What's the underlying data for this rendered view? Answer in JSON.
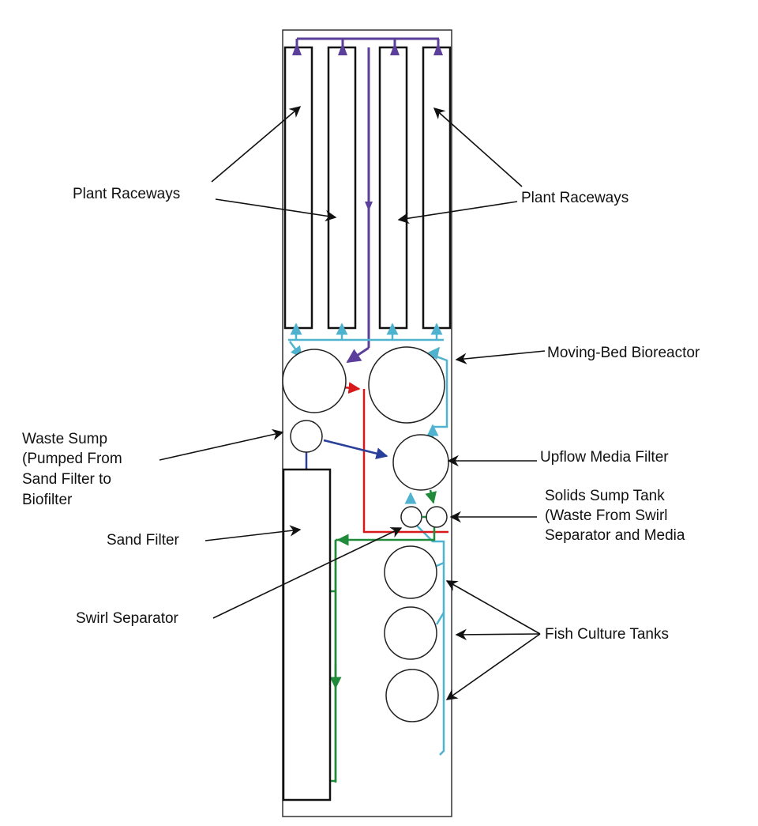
{
  "colors": {
    "purple": "#5b3f9a",
    "cyan": "#4fb3cf",
    "red": "#d7191c",
    "navy": "#2a3f9a",
    "green": "#1f8a3a",
    "outline": "#111111"
  },
  "labels": {
    "plant_raceways_left": "Plant Raceways",
    "plant_raceways_right": "Plant Raceways",
    "moving_bed_bioreactor": "Moving-Bed Bioreactor",
    "waste_sump": [
      "Waste Sump",
      "(Pumped From",
      "Sand Filter to",
      "Biofilter"
    ],
    "upflow_media_filter": "Upflow Media Filter",
    "solids_sump_tank": [
      "Solids Sump Tank",
      "(Waste From Swirl",
      "Separator and Media"
    ],
    "sand_filter": "Sand Filter",
    "swirl_separator": "Swirl Separator",
    "fish_culture_tanks": "Fish Culture Tanks"
  },
  "components": {
    "plant_raceways_count": 4,
    "fish_culture_tanks_count": 3
  }
}
